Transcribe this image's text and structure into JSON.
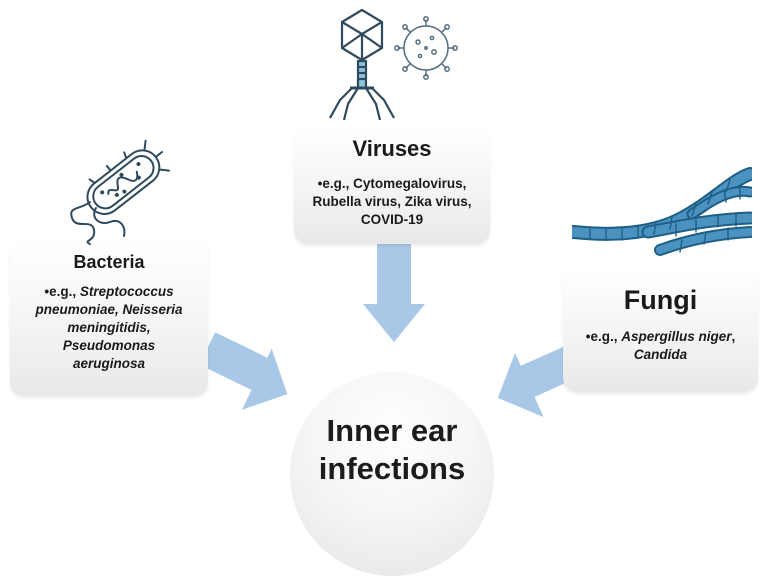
{
  "center": {
    "line1": "Inner ear",
    "line2": "infections"
  },
  "viruses": {
    "title": "Viruses",
    "bullet_prefix": "•",
    "text_line1": "e.g., Cytomegalovirus,",
    "text_line2": "Rubella virus, Zika virus,",
    "text_line3": "COVID-19"
  },
  "bacteria": {
    "title": "Bacteria",
    "bullet_prefix": "•",
    "eg": "e.g., ",
    "line1_italic": "Streptococcus",
    "line2_italic": "pneumoniae, Neisseria",
    "line3_italic": "meningitidis,",
    "line4_italic": "Pseudomonas",
    "line5_italic": "aeruginosa"
  },
  "fungi": {
    "title": "Fungi",
    "bullet_prefix": "•",
    "eg": "e.g., ",
    "line1_italic": "Aspergillus niger",
    "line1_comma": ",",
    "line2_italic": "Candida"
  },
  "colors": {
    "arrow": "#a9c7e6",
    "icon_stroke": "#2f4a5c",
    "fungi_fill": "#3f86b3"
  },
  "icons": [
    "bacteriophage-icon",
    "virus-particle-icon",
    "bacterium-icon",
    "fungal-hyphae-icon"
  ]
}
